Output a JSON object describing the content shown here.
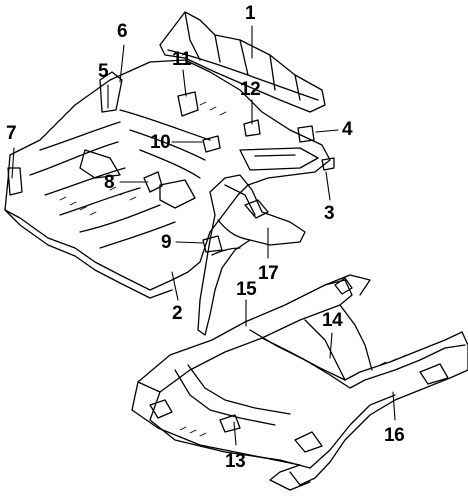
{
  "diagram": {
    "callouts": [
      {
        "id": "1",
        "text": "1"
      },
      {
        "id": "2",
        "text": "2"
      },
      {
        "id": "3",
        "text": "3"
      },
      {
        "id": "4",
        "text": "4"
      },
      {
        "id": "5",
        "text": "5"
      },
      {
        "id": "6",
        "text": "6"
      },
      {
        "id": "7",
        "text": "7"
      },
      {
        "id": "8",
        "text": "8"
      },
      {
        "id": "9",
        "text": "9"
      },
      {
        "id": "10",
        "text": "10"
      },
      {
        "id": "11",
        "text": "11"
      },
      {
        "id": "12",
        "text": "12"
      },
      {
        "id": "13",
        "text": "13"
      },
      {
        "id": "14",
        "text": "14"
      },
      {
        "id": "15",
        "text": "15"
      },
      {
        "id": "16",
        "text": "16"
      },
      {
        "id": "17",
        "text": "17"
      }
    ],
    "colors": {
      "line": "#000000",
      "background": "#ffffff"
    }
  }
}
